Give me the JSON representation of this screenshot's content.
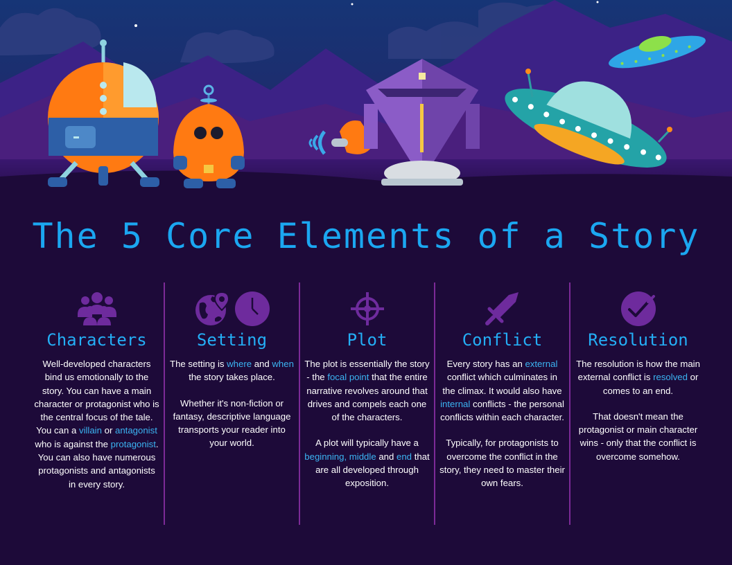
{
  "title": "The 5 Core Elements of a Story",
  "colors": {
    "background": "#1d0a39",
    "accent": "#24aef5",
    "icon": "#6e2b9d",
    "divider": "#7c2a97"
  },
  "columns": [
    {
      "heading": "Characters",
      "icons": [
        "people-group-icon"
      ],
      "paragraphs": [
        [
          {
            "t": "Well-developed characters bind us emotionally to the story. You can have a main character or protagonist who is the central focus of the tale. You can a "
          },
          {
            "t": "villain",
            "hl": true
          },
          {
            "t": " or "
          },
          {
            "t": "antagonist",
            "hl": true
          },
          {
            "t": " who is against the "
          },
          {
            "t": "protagonist",
            "hl": true
          },
          {
            "t": ". You can also have numerous protagonists and antagonists in every story."
          }
        ]
      ]
    },
    {
      "heading": "Setting",
      "icons": [
        "globe-pin-icon",
        "clock-icon"
      ],
      "paragraphs": [
        [
          {
            "t": "The setting is "
          },
          {
            "t": "where",
            "hl": true
          },
          {
            "t": " and "
          },
          {
            "t": "when",
            "hl": true
          },
          {
            "t": " the story takes place."
          }
        ],
        [
          {
            "t": "Whether it's non-fiction or fantasy, descriptive language transports your reader into your world."
          }
        ]
      ]
    },
    {
      "heading": "Plot",
      "icons": [
        "crosshair-icon"
      ],
      "paragraphs": [
        [
          {
            "t": "The plot is essentially the story - the "
          },
          {
            "t": "focal point",
            "hl": true
          },
          {
            "t": " that the entire narrative revolves around that drives and compels each one of the characters."
          }
        ],
        [
          {
            "t": "A plot will typically have a "
          },
          {
            "t": "beginning, middle",
            "hl": true
          },
          {
            "t": " and "
          },
          {
            "t": "end",
            "hl": true
          },
          {
            "t": " that are all developed through exposition."
          }
        ]
      ]
    },
    {
      "heading": "Conflict",
      "icons": [
        "sword-icon"
      ],
      "paragraphs": [
        [
          {
            "t": "Every story has an "
          },
          {
            "t": "external",
            "hl": true
          },
          {
            "t": " conflict which culminates in the climax. It would also have "
          },
          {
            "t": "internal",
            "hl": true
          },
          {
            "t": " conflicts - the personal conflicts within each character."
          }
        ],
        [
          {
            "t": "Typically, for protagonists to overcome the conflict in the story, they need to master their own fears."
          }
        ]
      ]
    },
    {
      "heading": "Resolution",
      "icons": [
        "checkmark-circle-icon"
      ],
      "paragraphs": [
        [
          {
            "t": "The resolution is how the main external conflict is "
          },
          {
            "t": "resolved",
            "hl": true
          },
          {
            "t": " or comes to an end."
          }
        ],
        [
          {
            "t": "That doesn't mean the protagonist or main character wins - only that the conflict is overcome somehow."
          }
        ]
      ]
    }
  ]
}
